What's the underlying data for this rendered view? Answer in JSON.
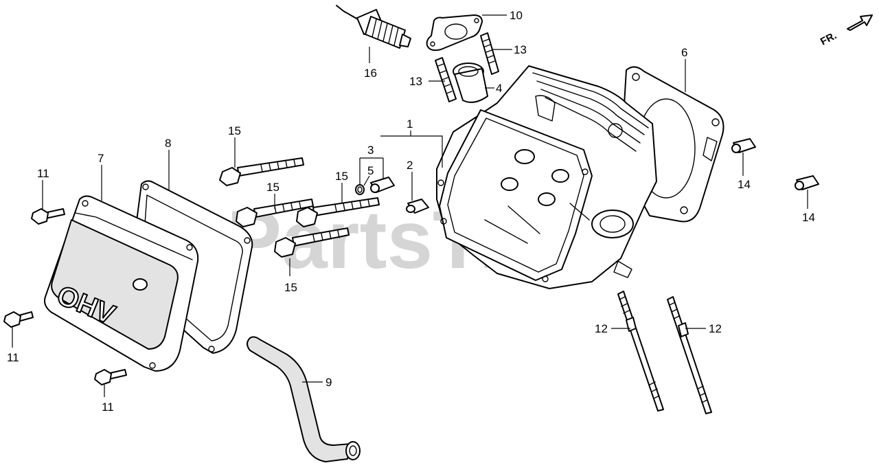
{
  "watermark": "PartsTree",
  "direction_label": "FR.",
  "cover_emboss": "OHV",
  "callouts": {
    "c1": "1",
    "c2": "2",
    "c3": "3",
    "c4": "4",
    "c5": "5",
    "c6": "6",
    "c7": "7",
    "c8": "8",
    "c9": "9",
    "c10": "10",
    "c11a": "11",
    "c11b": "11",
    "c11c": "11",
    "c12a": "12",
    "c12b": "12",
    "c13a": "13",
    "c13b": "13",
    "c14a": "14",
    "c14b": "14",
    "c15a": "15",
    "c15b": "15",
    "c15c": "15",
    "c15d": "15",
    "c16": "16"
  }
}
